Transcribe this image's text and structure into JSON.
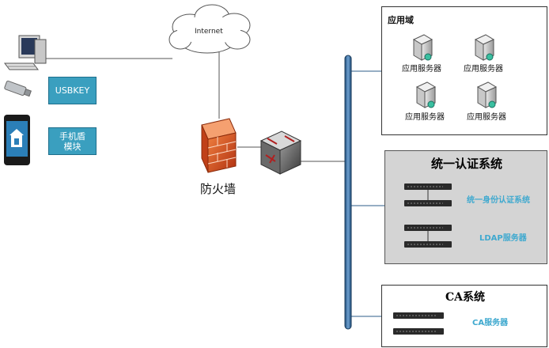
{
  "cloud_label": "Internet",
  "firewall_label": "防火墙",
  "usbkey_label": "USBKEY",
  "shield_label_line1": "手机盾",
  "shield_label_line2": "模块",
  "app_domain": {
    "title": "应用域",
    "servers": [
      "应用服务器",
      "应用服务器",
      "应用服务器",
      "应用服务器"
    ]
  },
  "auth_system": {
    "title": "统一认证系统",
    "identity_label": "统一身份认证系统",
    "ldap_label": "LDAP服务器"
  },
  "ca_system": {
    "title": "CA系统",
    "server_label": "CA服务器"
  },
  "colors": {
    "teal_box": "#3a9fbf",
    "cyan_text": "#3fa9cf",
    "auth_panel_bg": "#d4d4d4",
    "bus": "#2e5d8a"
  },
  "icons": [
    "desktop-computer-icon",
    "usb-key-icon",
    "mobile-phone-icon",
    "cloud-icon",
    "firewall-icon",
    "router-icon",
    "server-icon",
    "rack-server-icon"
  ]
}
